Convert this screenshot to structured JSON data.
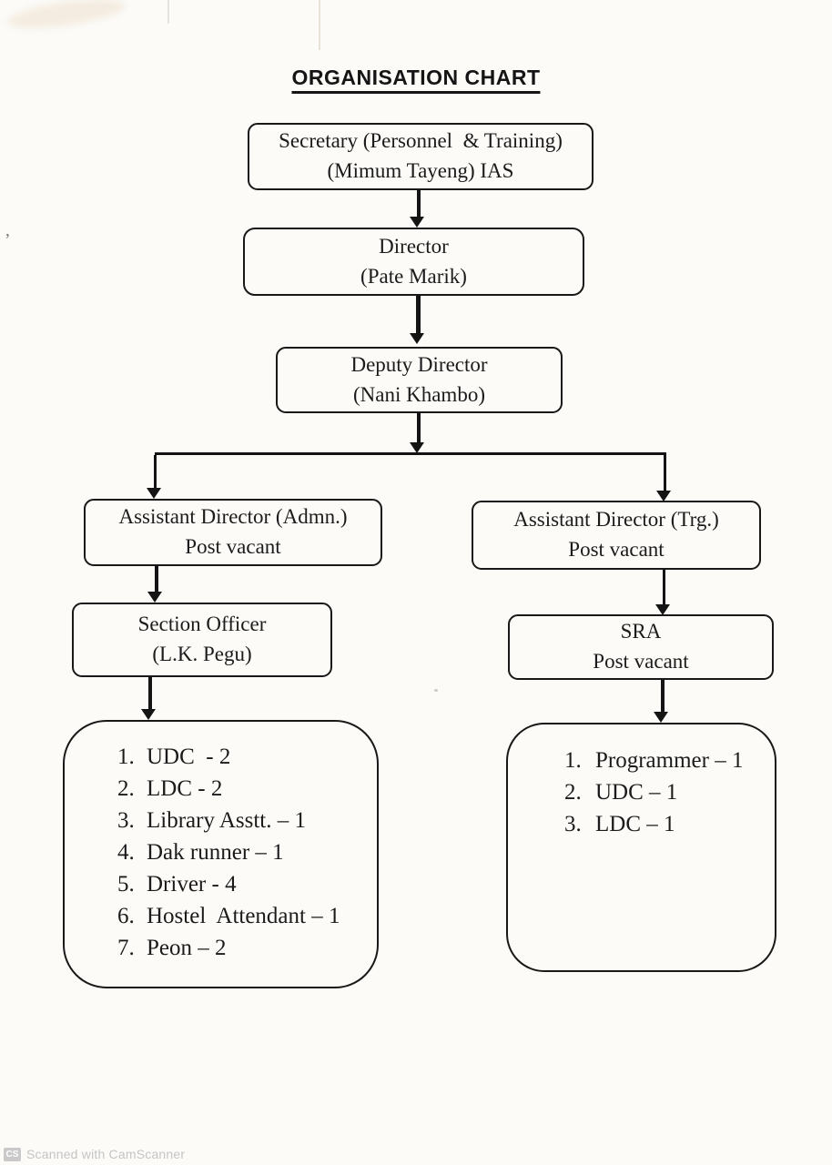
{
  "title": "ORGANISATION CHART",
  "nodes": {
    "secretary": {
      "line1": "Secretary (Personnel  & Training)",
      "line2": "(Mimum Tayeng) IAS"
    },
    "director": {
      "line1": "Director",
      "line2": "(Pate Marik)"
    },
    "deputy_director": {
      "line1": "Deputy Director",
      "line2": "(Nani Khambo)"
    },
    "assistant_director_admn": {
      "line1": "Assistant Director (Admn.)",
      "line2": "Post vacant"
    },
    "assistant_director_trg": {
      "line1": "Assistant Director (Trg.)",
      "line2": "Post vacant"
    },
    "section_officer": {
      "line1": "Section Officer",
      "line2": "(L.K. Pegu)"
    },
    "sra": {
      "line1": "SRA",
      "line2": "Post vacant"
    }
  },
  "left_staff": [
    {
      "num": "1.",
      "text": "UDC  - 2"
    },
    {
      "num": "2.",
      "text": "LDC - 2"
    },
    {
      "num": "3.",
      "text": "Library Asstt. – 1"
    },
    {
      "num": "4.",
      "text": "Dak runner – 1"
    },
    {
      "num": "5.",
      "text": "Driver - 4"
    },
    {
      "num": "6.",
      "text": "Hostel  Attendant – 1"
    },
    {
      "num": "7.",
      "text": "Peon – 2"
    }
  ],
  "right_staff": [
    {
      "num": "1.",
      "text": "Programmer – 1"
    },
    {
      "num": "2.",
      "text": "UDC – 1"
    },
    {
      "num": "3.",
      "text": "LDC – 1"
    }
  ],
  "footer": {
    "badge": "CS",
    "text": "Scanned with CamScanner"
  },
  "colors": {
    "ink": "#1b1b1b",
    "paper": "#fcfbf8",
    "footer_gray": "#c4c4c4"
  }
}
